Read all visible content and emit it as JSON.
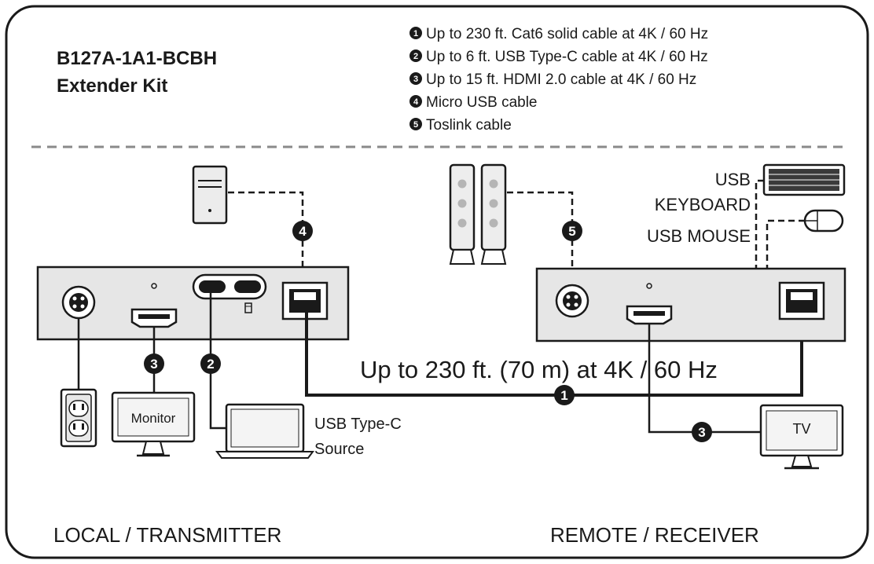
{
  "header": {
    "model": "B127A-1A1-BCBH",
    "subtitle": "Extender Kit"
  },
  "legend": [
    {
      "num": "1",
      "text": "Up to 230 ft. Cat6 solid cable at 4K / 60 Hz"
    },
    {
      "num": "2",
      "text": "Up to 6 ft. USB Type-C cable at 4K / 60 Hz"
    },
    {
      "num": "3",
      "text": "Up to 15 ft. HDMI 2.0 cable at 4K / 60 Hz"
    },
    {
      "num": "4",
      "text": "Micro USB cable"
    },
    {
      "num": "5",
      "text": "Toslink cable"
    }
  ],
  "labels": {
    "usb": "USB",
    "keyboard": "KEYBOARD",
    "usb_mouse": "USB MOUSE",
    "distance": "Up to 230 ft. (70 m) at 4K / 60 Hz",
    "monitor": "Monitor",
    "tv": "TV",
    "source_line1": "USB Type-C",
    "source_line2": "Source",
    "local": "LOCAL / TRANSMITTER",
    "remote": "REMOTE / RECEIVER"
  },
  "badges": {
    "micro_usb": "4",
    "toslink": "5",
    "hdmi_local": "3",
    "usbc": "2",
    "cat6": "1",
    "hdmi_remote": "3"
  },
  "colors": {
    "ink": "#1a1a1a",
    "panel": "#f2f2f2",
    "device": "#e4e4e4"
  }
}
